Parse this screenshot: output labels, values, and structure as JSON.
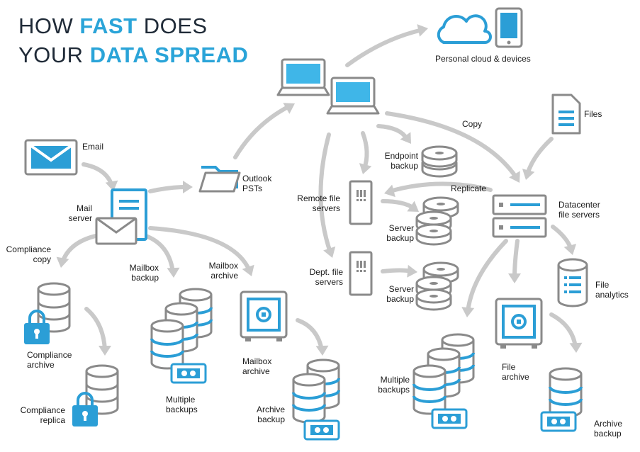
{
  "title": {
    "line1_prefix": "HOW ",
    "line1_highlight": "FAST",
    "line1_suffix": " DOES",
    "line2_prefix": "YOUR ",
    "line2_highlight": "DATA SPREAD"
  },
  "colors": {
    "accent": "#2b9ed6",
    "icon_gray": "#8a8a8a",
    "arrow_gray": "#c9c9c9",
    "title_dark": "#1f2a37"
  },
  "labels": {
    "email": "Email",
    "mail_server_1": "Mail",
    "mail_server_2": "server",
    "outlook_1": "Outlook",
    "outlook_2": "PSTs",
    "personal_cloud": "Personal cloud & devices",
    "copy": "Copy",
    "files": "Files",
    "endpoint_1": "Endpoint",
    "endpoint_2": "backup",
    "replicate": "Replicate",
    "datacenter_1": "Datacenter",
    "datacenter_2": "file servers",
    "remote_1": "Remote file",
    "remote_2": "servers",
    "server_backup_a_1": "Server",
    "server_backup_a_2": "backup",
    "compliance_copy_1": "Compliance",
    "compliance_copy_2": "copy",
    "mailbox_backup_1": "Mailbox",
    "mailbox_backup_2": "backup",
    "mailbox_archive_top_1": "Mailbox",
    "mailbox_archive_top_2": "archive",
    "dept_1": "Dept. file",
    "dept_2": "servers",
    "server_backup_b_1": "Server",
    "server_backup_b_2": "backup",
    "file_analytics_1": "File",
    "file_analytics_2": "analytics",
    "compliance_archive_1": "Compliance",
    "compliance_archive_2": "archive",
    "mailbox_archive_1": "Mailbox",
    "mailbox_archive_2": "archive",
    "file_archive_1": "File",
    "file_archive_2": "archive",
    "multiple_backups_left_1": "Multiple",
    "multiple_backups_left_2": "backups",
    "multiple_backups_right_1": "Multiple",
    "multiple_backups_right_2": "backups",
    "archive_backup_left_1": "Archive",
    "archive_backup_left_2": "backup",
    "archive_backup_right_1": "Archive",
    "archive_backup_right_2": "backup",
    "compliance_replica_1": "Compliance",
    "compliance_replica_2": "replica"
  },
  "icons": [
    "envelope-icon",
    "mail-server-icon",
    "folder-icon",
    "laptop-icon",
    "cloud-icon",
    "tablet-icon",
    "document-icon",
    "database-icon",
    "server-rack-icon",
    "datacenter-server-icon",
    "vault-icon",
    "lock-icon",
    "tape-icon"
  ]
}
